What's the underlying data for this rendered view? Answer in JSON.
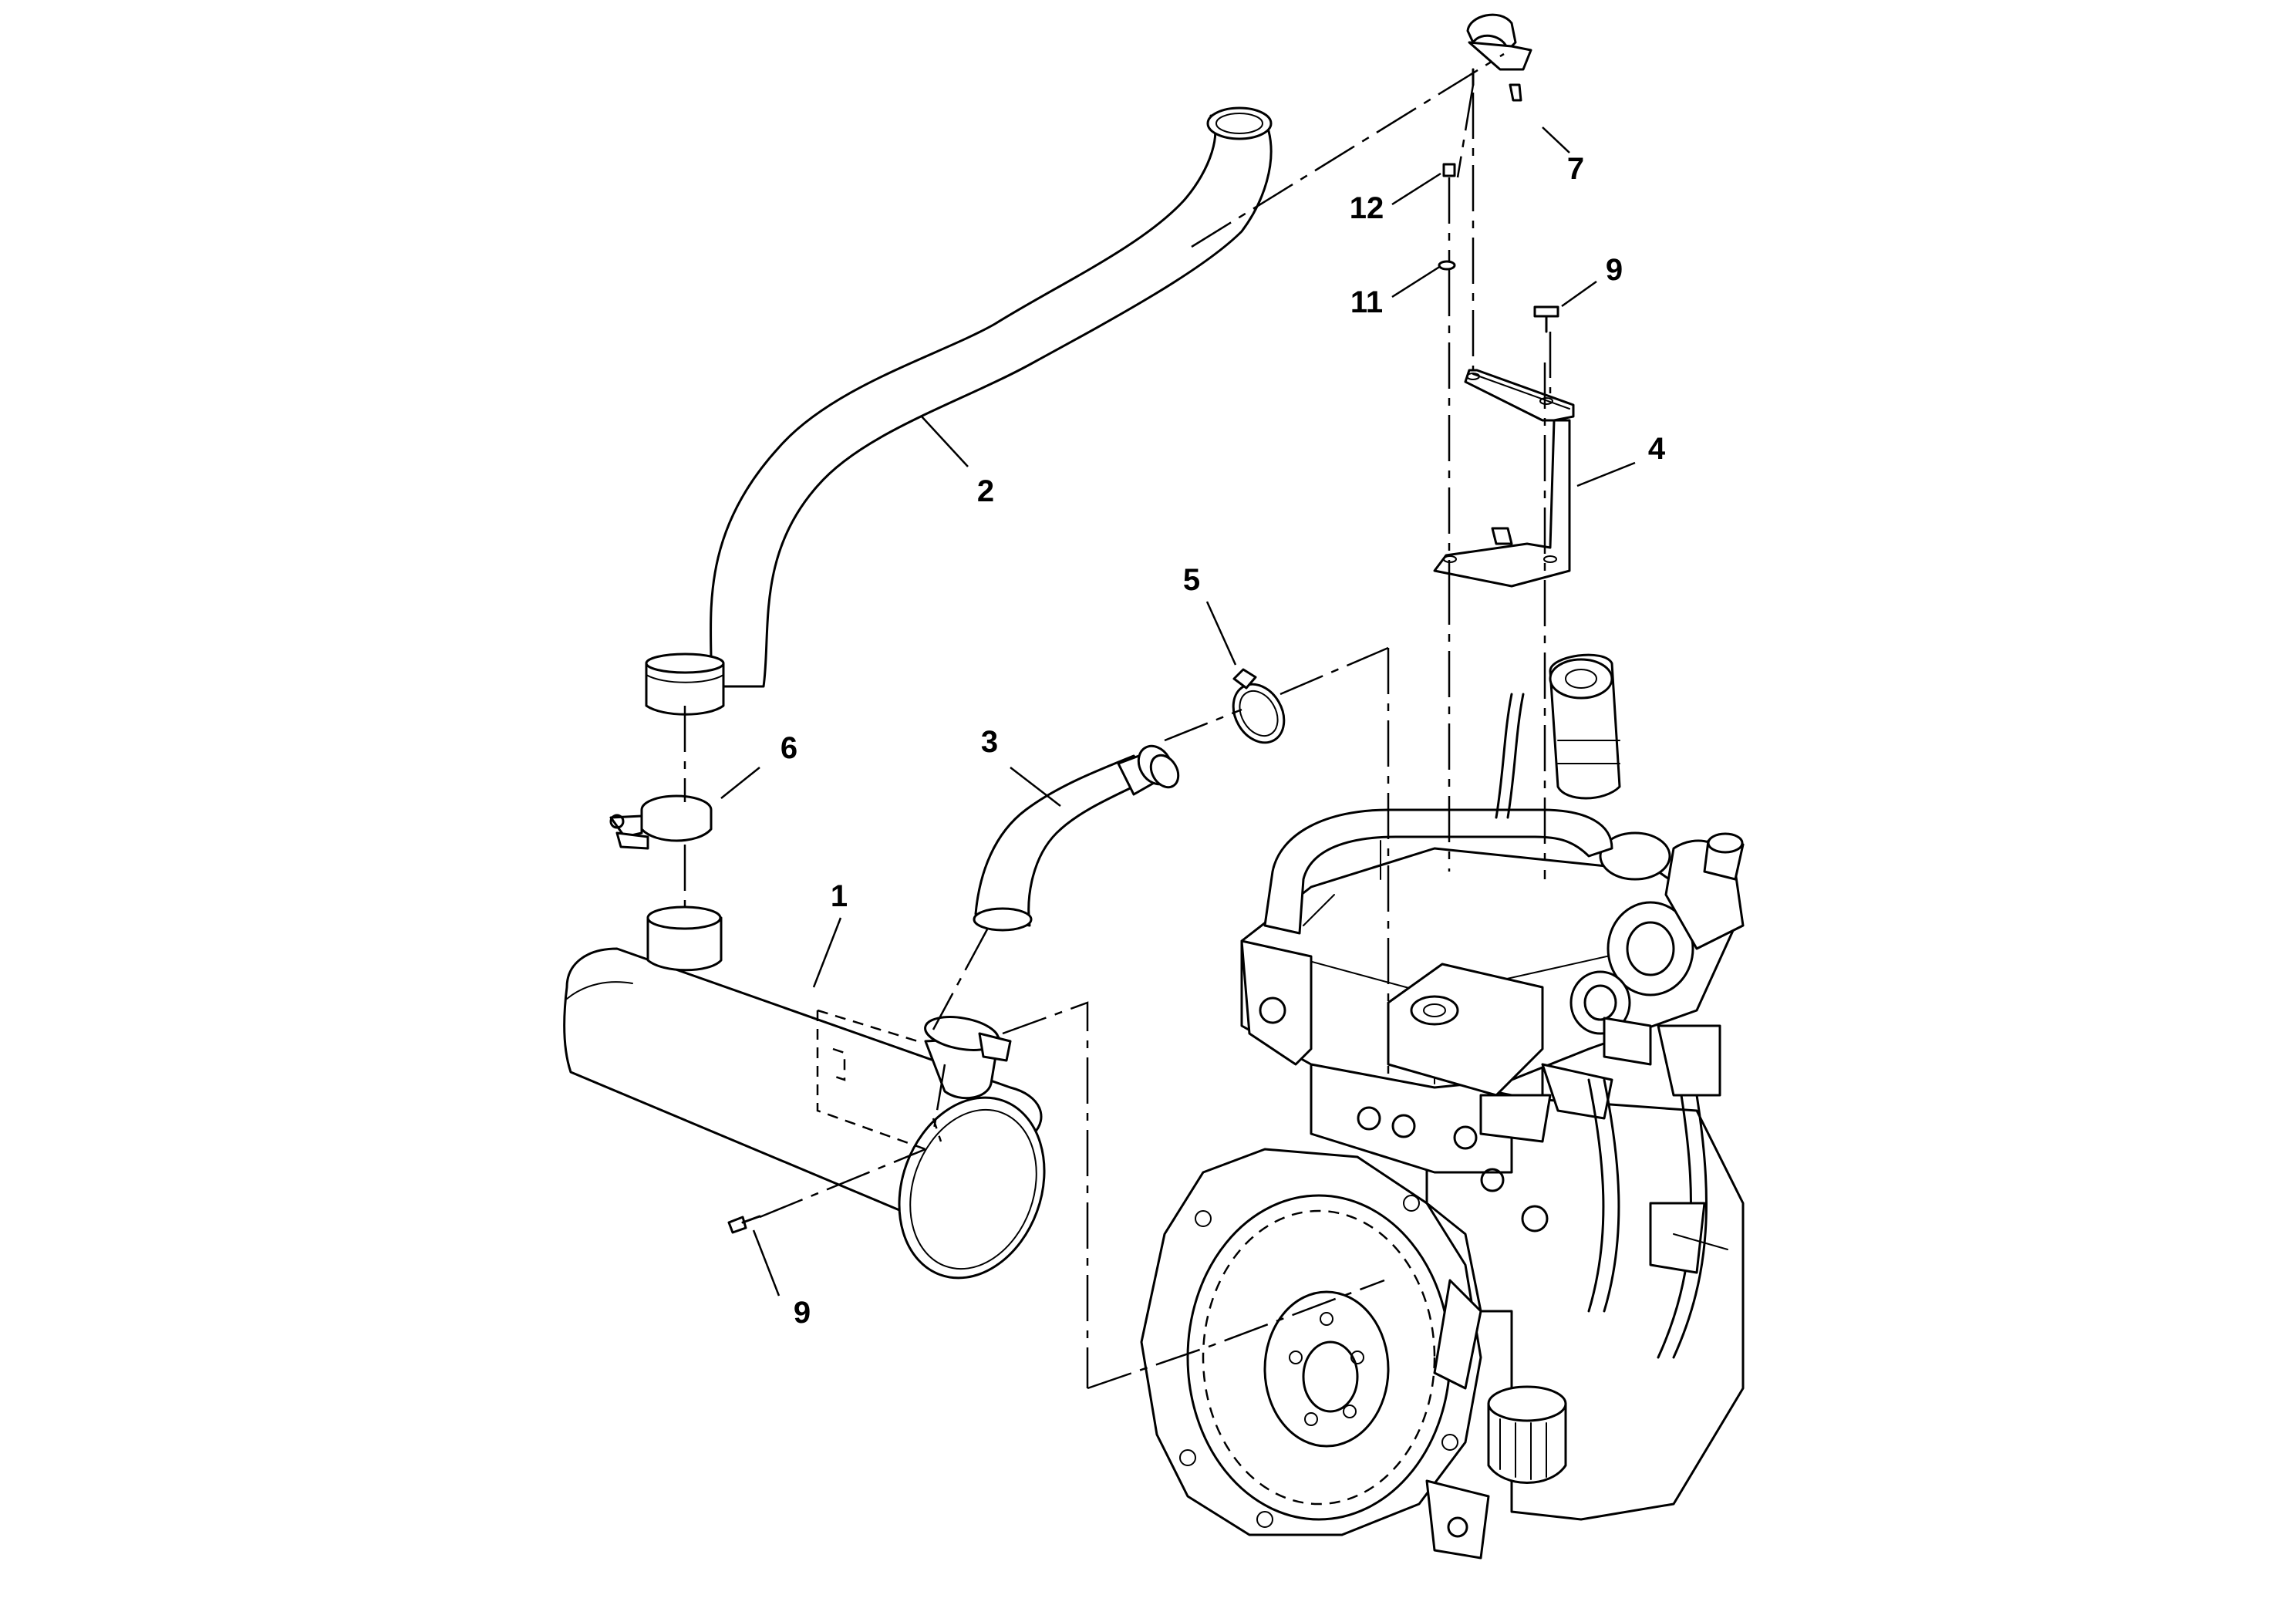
{
  "diagram": {
    "callouts": [
      {
        "key": "part_1",
        "label": "1"
      },
      {
        "key": "part_2",
        "label": "2"
      },
      {
        "key": "part_3",
        "label": "3"
      },
      {
        "key": "part_4",
        "label": "4"
      },
      {
        "key": "part_5",
        "label": "5"
      },
      {
        "key": "part_6",
        "label": "6"
      },
      {
        "key": "part_7",
        "label": "7"
      },
      {
        "key": "part_9_upper",
        "label": "9"
      },
      {
        "key": "part_9_lower",
        "label": "9"
      },
      {
        "key": "part_11",
        "label": "11"
      },
      {
        "key": "part_12",
        "label": "12"
      }
    ]
  }
}
